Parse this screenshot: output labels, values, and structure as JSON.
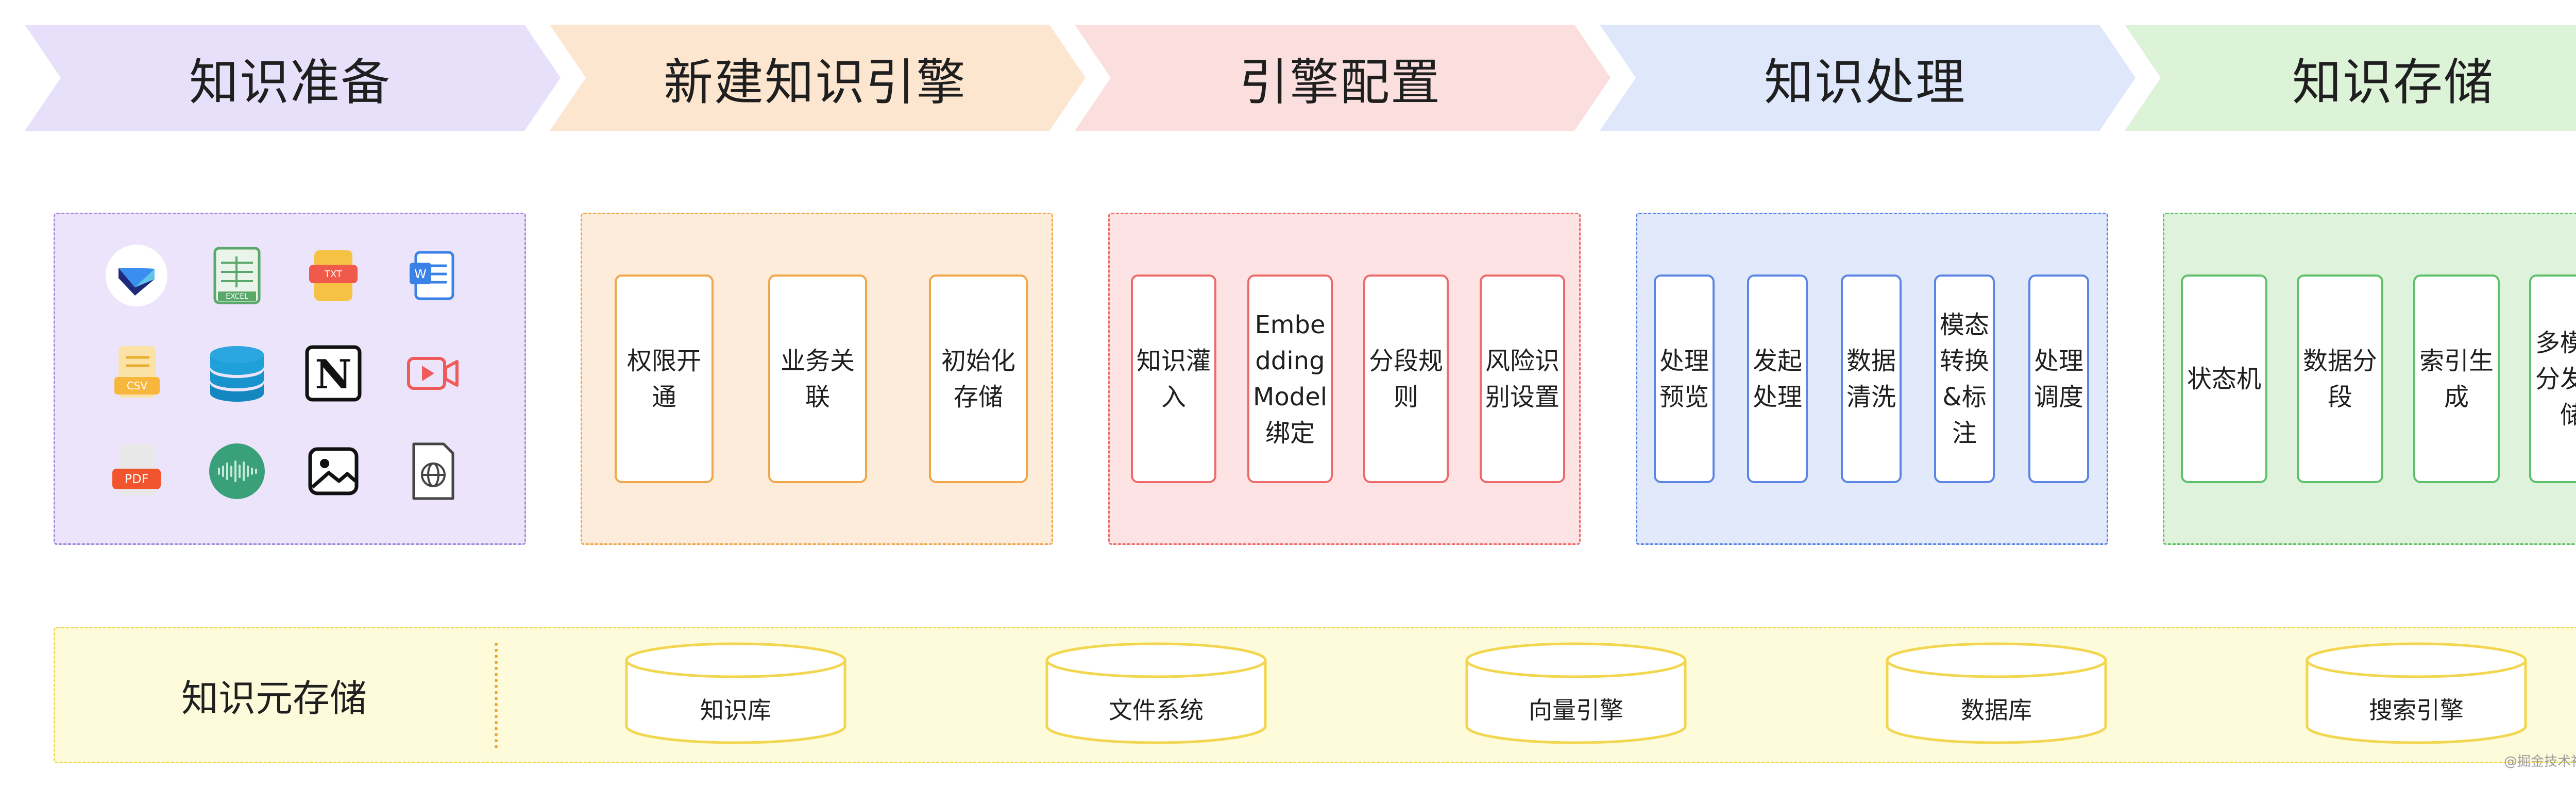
{
  "banner": {
    "stages": [
      {
        "label": "知识准备",
        "fill": "#e7e0fb"
      },
      {
        "label": "新建知识引擎",
        "fill": "#fde6cf"
      },
      {
        "label": "引擎配置",
        "fill": "#fbdede"
      },
      {
        "label": "知识处理",
        "fill": "#dfe7fb"
      },
      {
        "label": "知识存储",
        "fill": "#dcf3d8"
      }
    ]
  },
  "icons_panel": {
    "border": "#a48ae0",
    "background": "#ece4fa",
    "icons": [
      "feishu-docs-icon",
      "excel-icon",
      "txt-icon",
      "word-icon",
      "csv-icon",
      "database-icon",
      "notion-icon",
      "video-icon",
      "pdf-icon",
      "audio-icon",
      "image-icon",
      "web-page-icon"
    ],
    "icon_labels": {
      "excel": "EXCEL",
      "txt": "TXT",
      "word": "W",
      "csv": "CSV",
      "notion": "N",
      "pdf": "PDF"
    }
  },
  "engine_panel": {
    "border": "#f0a64b",
    "background": "#fdecd9",
    "cards": [
      {
        "label": "权限开\n通"
      },
      {
        "label": "业务关\n联"
      },
      {
        "label": "初始化\n存储"
      }
    ]
  },
  "config_panel": {
    "border": "#ee6b6b",
    "background": "#fde3e3",
    "cards": [
      {
        "label": "知识灌\n入"
      },
      {
        "label": "Embe\ndding\nModel\n绑定"
      },
      {
        "label": "分段规\n则"
      },
      {
        "label": "风险识\n别设置"
      }
    ]
  },
  "processing_panel": {
    "border": "#5b86e5",
    "background": "#e1e9fb",
    "cards": [
      {
        "label": "处理\n预览"
      },
      {
        "label": "发起\n处理"
      },
      {
        "label": "数据\n清洗"
      },
      {
        "label": "模态\n转换\n&标\n注"
      },
      {
        "label": "处理\n调度"
      }
    ]
  },
  "storage_panel": {
    "border": "#5fc16a",
    "background": "#dff3dc",
    "cards": [
      {
        "label": "状态机"
      },
      {
        "label": "数据分\n段"
      },
      {
        "label": "索引生\n成"
      },
      {
        "label": "多模态\n分发存\n储"
      }
    ]
  },
  "meta_storage": {
    "title": "知识元存储",
    "items": [
      {
        "label": "知识库"
      },
      {
        "label": "文件系统"
      },
      {
        "label": "向量引擎"
      },
      {
        "label": "数据库"
      },
      {
        "label": "搜索引擎"
      }
    ],
    "cylinder_stroke": "#f2d64f"
  },
  "watermark": "@掘金技术社区 @ 字节跳动技术"
}
